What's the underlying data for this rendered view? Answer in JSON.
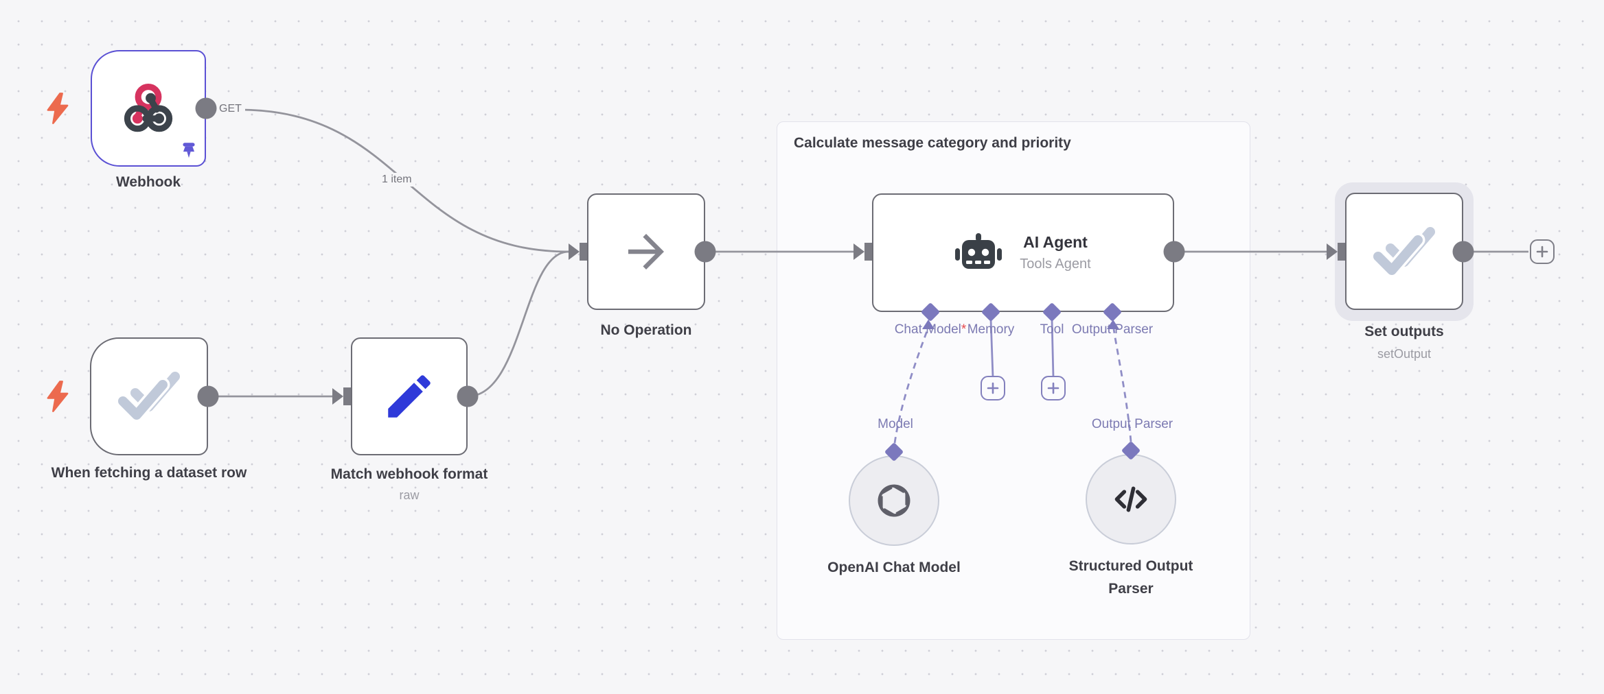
{
  "group": {
    "title": "Calculate message category and priority"
  },
  "edge_labels": {
    "webhook_method": "GET",
    "items": "1 item"
  },
  "nodes": {
    "webhook": {
      "label": "Webhook"
    },
    "when_fetching": {
      "label": "When fetching a dataset row"
    },
    "match_format": {
      "label": "Match webhook format",
      "subtitle": "raw"
    },
    "no_operation": {
      "label": "No Operation"
    },
    "ai_agent": {
      "label": "AI Agent",
      "subtitle": "Tools Agent",
      "required_marker": "*",
      "ports": [
        {
          "label": "Chat Model"
        },
        {
          "label": "Memory"
        },
        {
          "label": "Tool"
        },
        {
          "label": "Output Parser"
        }
      ]
    },
    "openai_chat_model": {
      "label": "OpenAI Chat Model",
      "port_label": "Model"
    },
    "structured_output_parser": {
      "label": "Structured Output Parser",
      "port_label": "Output Parser"
    },
    "set_outputs": {
      "label": "Set outputs",
      "subtitle": "setOutput"
    }
  },
  "colors": {
    "selected_border": "#5a50d4",
    "node_border": "#6c6c74",
    "edge_gray": "#94949c",
    "port_purple": "#7b78bd",
    "bolt_orange": "#ec6a4e",
    "webhook_pink": "#d6335f",
    "icon_dark": "#3c434b",
    "pencil_blue": "#2f3ad9"
  }
}
